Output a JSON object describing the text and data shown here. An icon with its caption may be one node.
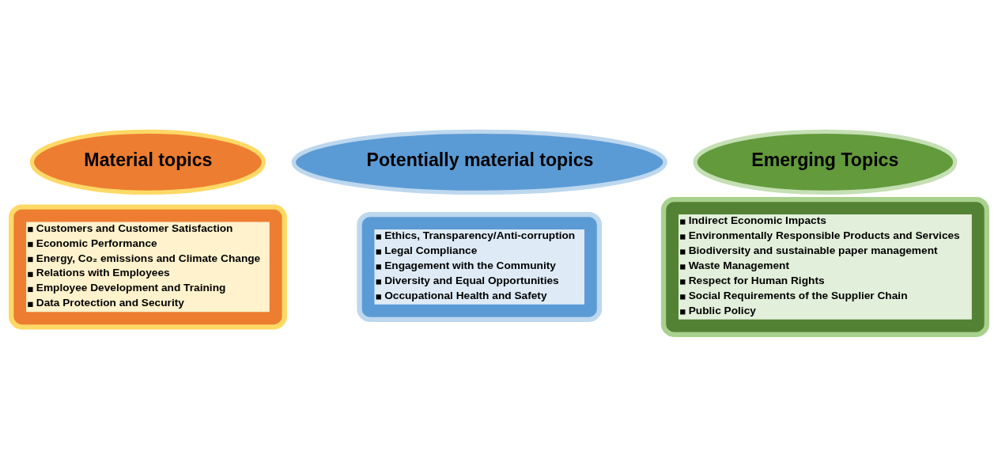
{
  "diagram": {
    "nodes": [
      {
        "text": [
          "Material topics"
        ]
      },
      {
        "text": [
          "Customers and Customer Satisfaction",
          "Economic Performance",
          "Energy, Co₂ emissions and Climate Change",
          "Relations with Employees",
          "Employee Development and Training",
          "Data Protection and Security"
        ]
      },
      {
        "text": [
          "Potentially material topics"
        ]
      },
      {
        "text": [
          "Ethics, Transparency/Anti-corruption",
          "Legal Compliance",
          "Engagement with the Community",
          "Diversity and Equal Opportunities",
          "Occupational Health and Safety"
        ]
      },
      {
        "text": [
          "Emerging Topics"
        ]
      },
      {
        "text": [
          "Indirect Economic Impacts",
          "Environmentally Responsible Products and Services",
          "Biodiversity and sustainable paper management",
          "Waste Management",
          "Respect for Human Rights",
          "Social Requirements of the Supplier Chain",
          "Public Policy"
        ]
      }
    ],
    "edges": []
  }
}
